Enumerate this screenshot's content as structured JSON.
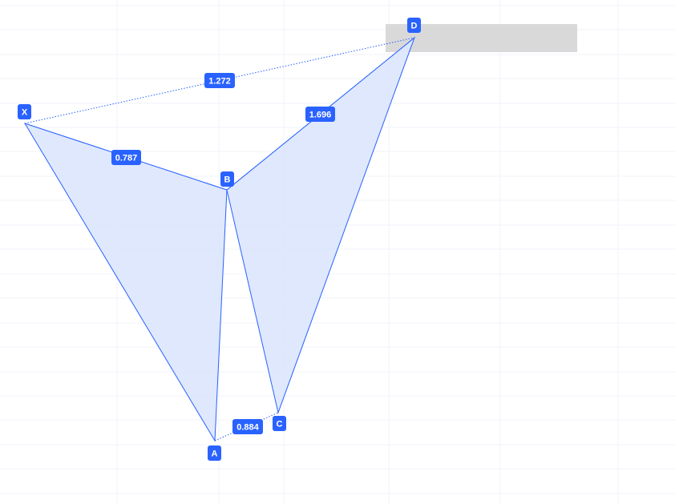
{
  "pattern": {
    "points": [
      {
        "id": "x",
        "label": "X"
      },
      {
        "id": "a",
        "label": "A"
      },
      {
        "id": "b",
        "label": "B"
      },
      {
        "id": "c",
        "label": "C"
      },
      {
        "id": "d",
        "label": "D"
      }
    ],
    "ratios": [
      {
        "id": "xb",
        "value": "0.787"
      },
      {
        "id": "ac",
        "value": "0.884"
      },
      {
        "id": "bd",
        "value": "1.696"
      },
      {
        "id": "xd",
        "value": "1.272"
      }
    ]
  },
  "colors": {
    "pattern_line": "#2962ff",
    "pattern_fill": "#dbe5fd",
    "label_background": "#2962ff",
    "label_text": "#ffffff",
    "grid_line": "#f0f3fa",
    "target_zone": "#d9d9d9"
  }
}
